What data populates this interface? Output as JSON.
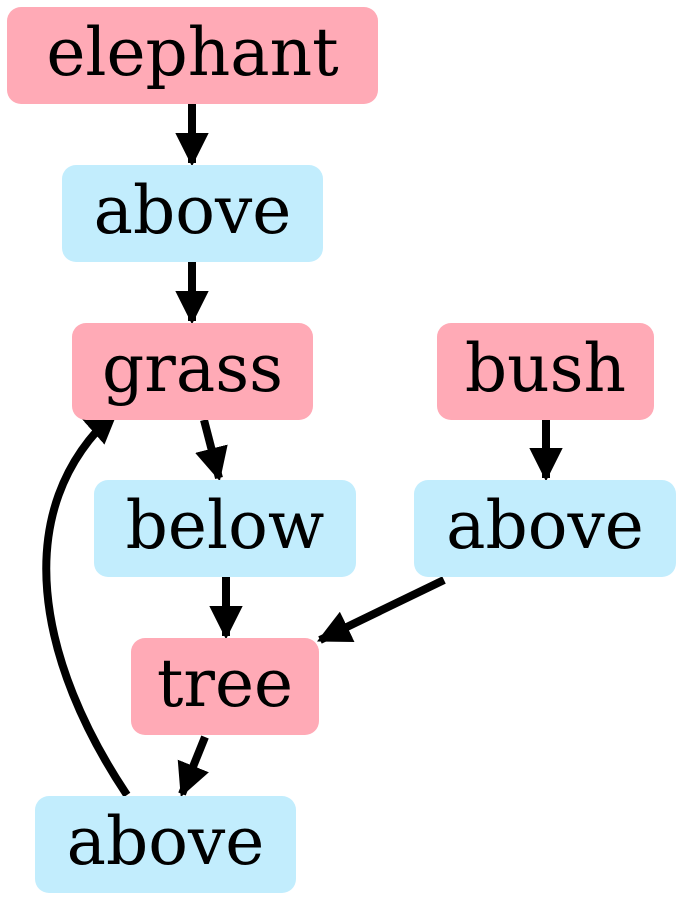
{
  "colors": {
    "object_node": "#ffaab6",
    "relation_node": "#c2edfd",
    "edge": "#000000",
    "text": "#000000",
    "background": "#ffffff"
  },
  "nodes": {
    "elephant": {
      "label": "elephant",
      "kind": "object"
    },
    "above_1": {
      "label": "above",
      "kind": "relation"
    },
    "grass": {
      "label": "grass",
      "kind": "object"
    },
    "bush": {
      "label": "bush",
      "kind": "object"
    },
    "below": {
      "label": "below",
      "kind": "relation"
    },
    "above_2": {
      "label": "above",
      "kind": "relation"
    },
    "tree": {
      "label": "tree",
      "kind": "object"
    },
    "above_3": {
      "label": "above",
      "kind": "relation"
    }
  },
  "edges": [
    {
      "from": "elephant",
      "to": "above_1"
    },
    {
      "from": "above_1",
      "to": "grass"
    },
    {
      "from": "grass",
      "to": "below"
    },
    {
      "from": "below",
      "to": "tree"
    },
    {
      "from": "bush",
      "to": "above_2"
    },
    {
      "from": "above_2",
      "to": "tree"
    },
    {
      "from": "tree",
      "to": "above_3"
    },
    {
      "from": "above_3",
      "to": "grass"
    }
  ]
}
